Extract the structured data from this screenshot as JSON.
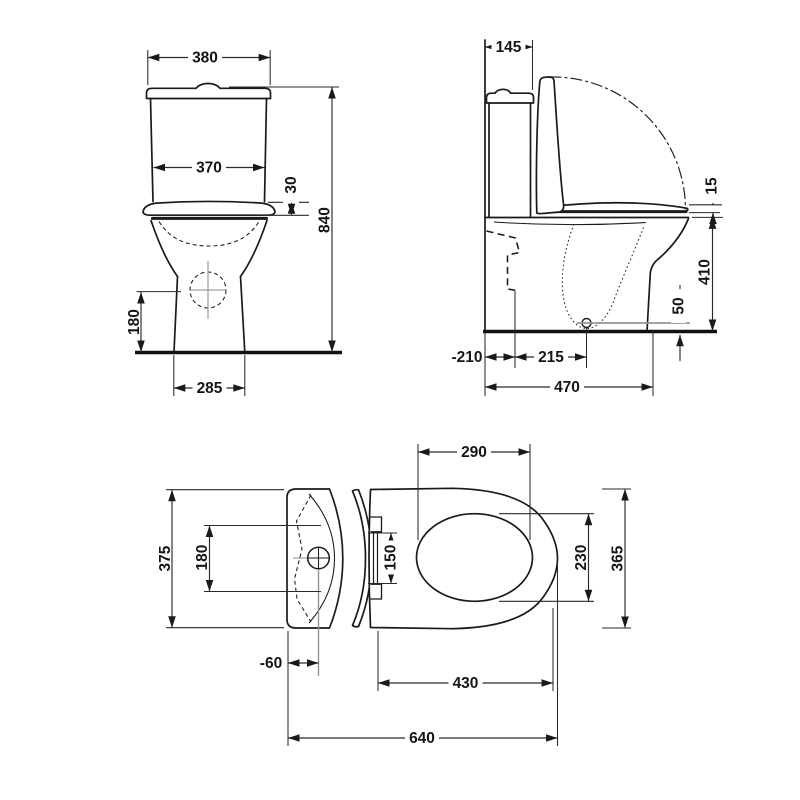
{
  "colors": {
    "background": "#ffffff",
    "line": "#1a1a1a",
    "centerline": "#949494"
  },
  "front_view": {
    "top_width": "380",
    "tank_width": "370",
    "seat_back_height": "30",
    "total_height": "840",
    "outlet_height": "180",
    "base_width": "285"
  },
  "side_view": {
    "tank_depth": "145",
    "seat_front_height": "15",
    "rim_height": "410",
    "outlet_center_height": "50",
    "wall_offset": "-210",
    "outlet_offset": "215",
    "total_depth": "470"
  },
  "top_view": {
    "opening_length": "290",
    "tank_width": "375",
    "tank_body_width": "180",
    "hinge_spacing": "150",
    "opening_width": "230",
    "seat_width": "365",
    "button_offset": "-60",
    "seat_length": "430",
    "total_length": "640"
  }
}
